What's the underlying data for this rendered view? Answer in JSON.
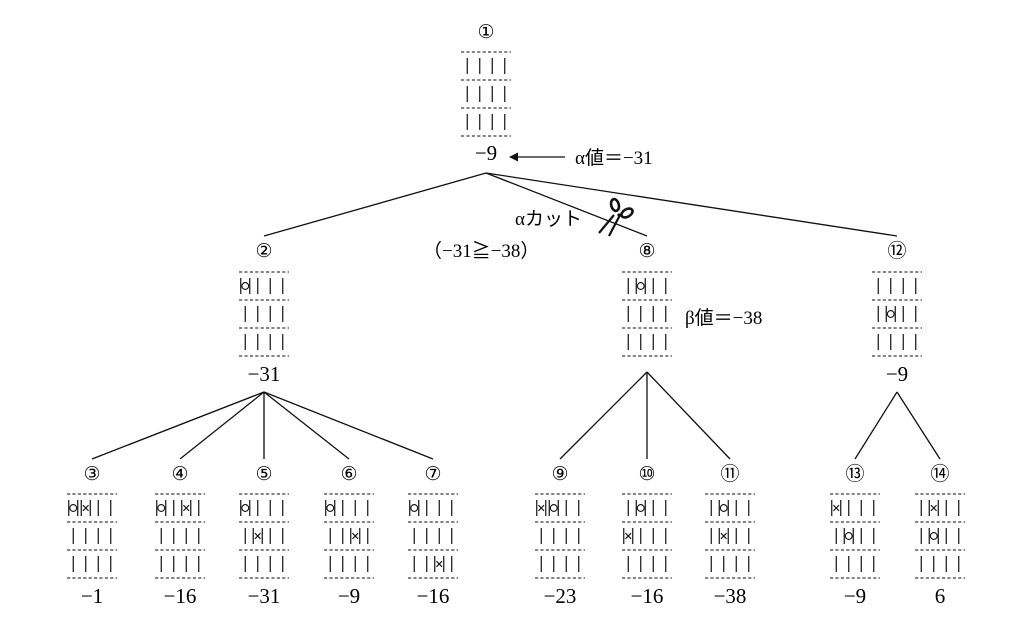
{
  "root_annotation": "α値＝−31",
  "cut_label": "αカット",
  "cut_condition": "（−31≧−38）",
  "beta_annotation": "β値＝−38",
  "nodes": [
    {
      "id": "1",
      "label": "①",
      "score": "−9",
      "board": [
        "    ",
        "    ",
        "    "
      ]
    },
    {
      "id": "2",
      "label": "②",
      "score": "−31",
      "board": [
        "O   ",
        "    ",
        "    "
      ]
    },
    {
      "id": "3",
      "label": "③",
      "score": "−1",
      "board": [
        "OX  ",
        "    ",
        "    "
      ]
    },
    {
      "id": "4",
      "label": "④",
      "score": "−16",
      "board": [
        "O X ",
        "    ",
        "    "
      ]
    },
    {
      "id": "5",
      "label": "⑤",
      "score": "−31",
      "board": [
        "O   ",
        " X  ",
        "    "
      ]
    },
    {
      "id": "6",
      "label": "⑥",
      "score": "−9",
      "board": [
        "O   ",
        "  X ",
        "    "
      ]
    },
    {
      "id": "7",
      "label": "⑦",
      "score": "−16",
      "board": [
        "O   ",
        "    ",
        "  X "
      ]
    },
    {
      "id": "8",
      "label": "⑧",
      "score": "",
      "board": [
        " O  ",
        "    ",
        "    "
      ]
    },
    {
      "id": "9",
      "label": "⑨",
      "score": "−23",
      "board": [
        "XO  ",
        "    ",
        "    "
      ]
    },
    {
      "id": "10",
      "label": "⑩",
      "score": "−16",
      "board": [
        " O  ",
        "X   ",
        "    "
      ]
    },
    {
      "id": "11",
      "label": "⑪",
      "score": "−38",
      "board": [
        " O  ",
        " X  ",
        "    "
      ]
    },
    {
      "id": "12",
      "label": "⑫",
      "score": "−9",
      "board": [
        "    ",
        " O  ",
        "    "
      ]
    },
    {
      "id": "13",
      "label": "⑬",
      "score": "−9",
      "board": [
        "X   ",
        " O  ",
        "    "
      ]
    },
    {
      "id": "14",
      "label": "⑭",
      "score": "6",
      "board": [
        " X  ",
        " O  ",
        "    "
      ]
    }
  ],
  "edges": [
    [
      "1",
      "2"
    ],
    [
      "1",
      "8"
    ],
    [
      "1",
      "12"
    ],
    [
      "2",
      "3"
    ],
    [
      "2",
      "4"
    ],
    [
      "2",
      "5"
    ],
    [
      "2",
      "6"
    ],
    [
      "2",
      "7"
    ],
    [
      "8",
      "9"
    ],
    [
      "8",
      "10"
    ],
    [
      "8",
      "11"
    ],
    [
      "12",
      "13"
    ],
    [
      "12",
      "14"
    ]
  ]
}
